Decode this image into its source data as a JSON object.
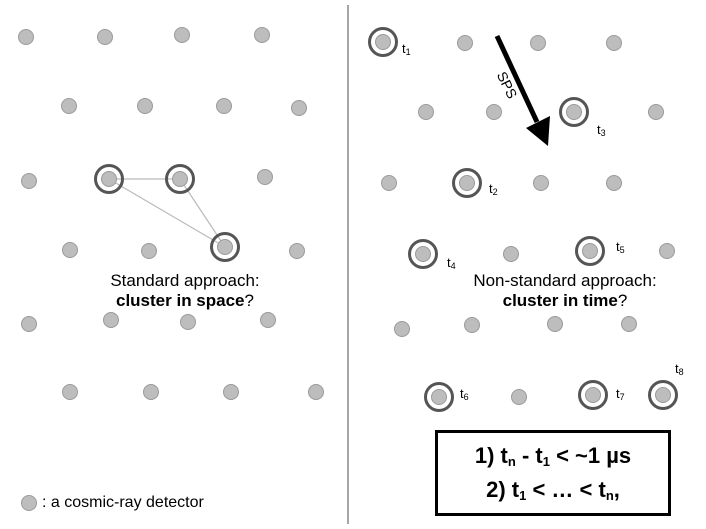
{
  "left_panel": {
    "caption_line1": "Standard approach:",
    "caption_bold": "cluster in space",
    "caption_end": "?"
  },
  "right_panel": {
    "caption_line1": "Non-standard approach:",
    "caption_bold": "cluster in time",
    "caption_end": "?",
    "arrow_label": "SPS",
    "time_labels": [
      {
        "t": "t",
        "sub": "1"
      },
      {
        "t": "t",
        "sub": "2"
      },
      {
        "t": "t",
        "sub": "3"
      },
      {
        "t": "t",
        "sub": "4"
      },
      {
        "t": "t",
        "sub": "5"
      },
      {
        "t": "t",
        "sub": "6"
      },
      {
        "t": "t",
        "sub": "7"
      },
      {
        "t": "t",
        "sub": "8"
      }
    ]
  },
  "conditions": {
    "line1": {
      "num": "1)",
      "a": "t",
      "a_sub": "n",
      "mid": " - ",
      "b": "t",
      "b_sub": "1",
      "rest": " < ~1 µs"
    },
    "line2": {
      "num": "2)",
      "a": "t",
      "a_sub": "1",
      "mid": " < … < ",
      "b": "t",
      "b_sub": "n",
      "rest": ","
    }
  },
  "legend": {
    "text": ": a cosmic-ray detector"
  },
  "colors": {
    "detector_fill": "#bdbdbd",
    "detector_stroke": "#9a9a9a",
    "ring": "#555555",
    "divider": "#888888"
  }
}
